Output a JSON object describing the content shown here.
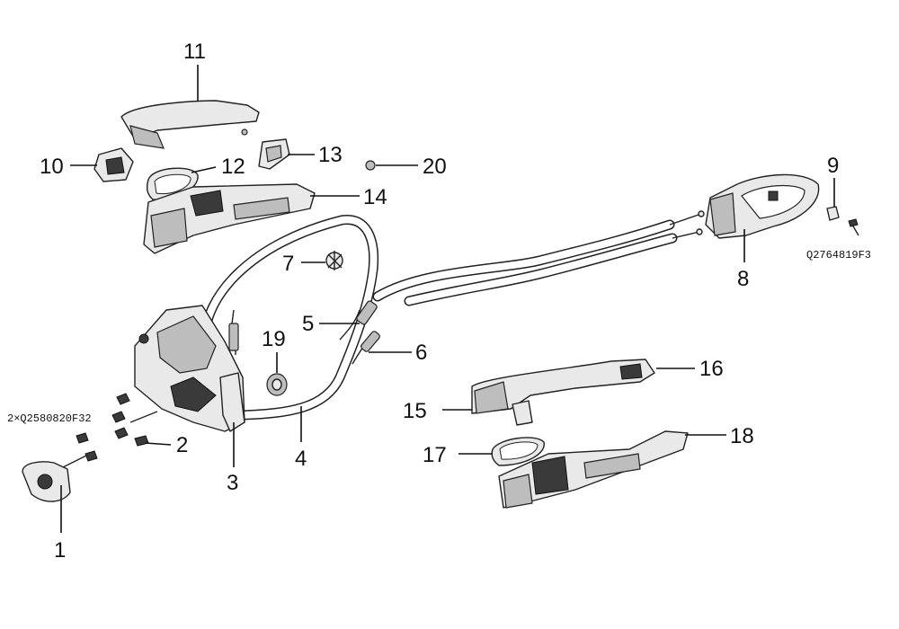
{
  "callouts": {
    "c1": "1",
    "c2": "2",
    "c3": "3",
    "c4": "4",
    "c5": "5",
    "c6": "6",
    "c7": "7",
    "c8": "8",
    "c9": "9",
    "c10": "10",
    "c11": "11",
    "c12": "12",
    "c13": "13",
    "c14": "14",
    "c15": "15",
    "c16": "16",
    "c17": "17",
    "c18": "18",
    "c19": "19",
    "c20": "20"
  },
  "codes": {
    "screw_code": "2×Q2580820F32",
    "bolt_code": "Q2764819F3"
  }
}
